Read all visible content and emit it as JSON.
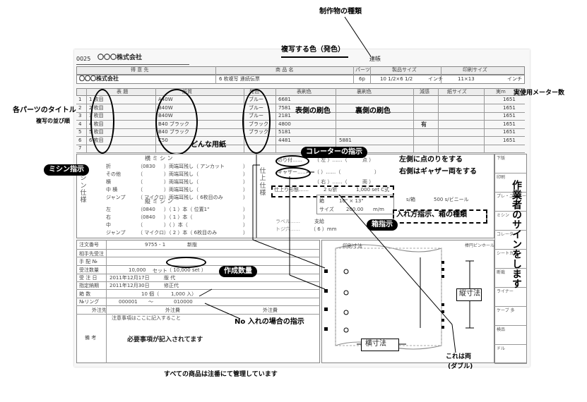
{
  "doc": {
    "code": "0025",
    "company": "〇〇〇株式会社",
    "renraku": "連帳",
    "headers": {
      "tokuisaki": "得 意 先",
      "shohinmei": "商 品 名",
      "parts": "パーツ",
      "seihin_size": "製品サイズ",
      "insatsu_size": "印刷サイズ"
    },
    "row1": {
      "client": "〇〇〇株式会社",
      "product": "6 枚複写 連続伝票",
      "parts": "6p",
      "size": "10 1/2×6 1/2",
      "unit1": "インチ",
      "print_size": "11×13",
      "unit2": "インチ"
    },
    "col_headers": {
      "hyodai": "表 題",
      "shishitsu": "紙質",
      "hasshoku": "発色",
      "omote": "表刷色",
      "ura": "裏刷色",
      "gensatsu": "減感",
      "kami_size": "紙サイズ",
      "meter": "実m"
    },
    "rows": [
      {
        "no": "1",
        "title": "1 枚目",
        "paper": "A40W",
        "color": "ブルー",
        "omote": "6681",
        "ura": "",
        "gen": "",
        "meter": "1651"
      },
      {
        "no": "2",
        "title": "2 枚目",
        "paper": "B40W",
        "color": "ブルー",
        "omote": "7581",
        "ura": "",
        "gen": "",
        "meter": "1651"
      },
      {
        "no": "3",
        "title": "3 枚目",
        "paper": "B40W",
        "color": "ブルー",
        "omote": "2181",
        "ura": "",
        "gen": "",
        "meter": "1651"
      },
      {
        "no": "4",
        "title": "4 枚目",
        "paper": "B40 ブラック",
        "color": "ブラック",
        "omote": "4800",
        "ura": "",
        "gen": "有",
        "meter": "1651"
      },
      {
        "no": "5",
        "title": "5 枚目",
        "paper": "B40 ブラック",
        "color": "ブラック",
        "omote": "5181",
        "ura": "",
        "gen": "",
        "meter": "1651"
      },
      {
        "no": "6",
        "title": "6 枚目",
        "paper": "C50",
        "color": "",
        "omote": "4481",
        "ura": "5881",
        "gen": "",
        "meter": "1651"
      },
      {
        "no": "7",
        "title": "",
        "paper": "",
        "color": "",
        "omote": "",
        "ura": "",
        "gen": "",
        "meter": ""
      }
    ],
    "mishin": {
      "yoko_title": "横 ミ シ ン",
      "tate_title": "縦 ミ シ ン",
      "side_label": "ミシン仕様",
      "yoko_rows": [
        {
          "label": "折",
          "val": "（0830",
          "mid": "）両端耳残し（ アンカット",
          "end": "）"
        },
        {
          "label": "その他",
          "val": "（",
          "mid": "）両端耳残し（",
          "end": "）"
        },
        {
          "label": "横",
          "val": "（",
          "mid": "）両端耳残し（",
          "end": "）"
        },
        {
          "label": "中 横",
          "val": "（",
          "mid": "）両端耳残し（",
          "end": "）"
        },
        {
          "label": "ジャンプ",
          "val": "（ マイクロ",
          "mid": "）両端耳残し（ 6枚目のみ",
          "end": "）"
        }
      ],
      "tate_rows": [
        {
          "label": "左",
          "val": "（0840",
          "mid": "）（ 1 ）本（ 位置1\"",
          "end": "）"
        },
        {
          "label": "右",
          "val": "（0840",
          "mid": "）（ 1 ）本（",
          "end": "）"
        },
        {
          "label": "中",
          "val": "（",
          "mid": "）（  ）本（",
          "end": "）"
        },
        {
          "label": "ジャンプ",
          "val": "（ マイクロ",
          "mid": "）（ 2 ）本（ 6枚目のみ",
          "end": "）"
        }
      ]
    },
    "shiage": {
      "side": "仕上仕様",
      "nori": "のり付……",
      "nori_l": "（ 左 ）……（",
      "nori_r": "点 ）",
      "gyaza": "ギャザー……",
      "gyaza_l": "（   ）……（",
      "gyaza_r": "）",
      "migi_l": "（ 右 ）……（",
      "migi_r": "両 ）",
      "ori": "仕上り形態……",
      "ori_val": "2 s/折",
      "set_val": "1,000 set C式",
      "bag": "s/箱",
      "vinyl": "500 s/ビニール",
      "hako": "箱",
      "hako_size": "10\" × 13\"",
      "size_lbl": "サイズ",
      "size_val": "200.00",
      "size_unit": "m/m",
      "label": "ラベル……",
      "label_val": "支給",
      "toji": "トジ穴……",
      "toji_val": "（ 6 ）mm"
    },
    "order": {
      "chumon_lbl": "注文番号",
      "chumon_val": "9755 - 1",
      "shinki": "新版",
      "aite": "相手先受注",
      "tehai": "手 配 №",
      "juchu_lbl": "受注数量",
      "juchu_val": "10,000",
      "juchu_unit": "セット",
      "juchu_set": "（ 10,000 set ）",
      "ukebi_lbl": "受 注 日",
      "ukebi_val": "2011年12月17日",
      "hanshi": "版 代",
      "noki_lbl": "指定納期",
      "noki_val": "2011年12月30日",
      "shusei": "修正代",
      "hako_lbl": "箱 数",
      "hako_val": "10 個（",
      "hako_iri": "1,000 入）",
      "ring_lbl": "№リング",
      "ring_a": "000001",
      "ring_sep": "〜",
      "ring_b": "010000",
      "gaichu": "外注先",
      "gaichu_hi": "外注費",
      "gaichu_hi2": "外注費",
      "bikou_lbl": "備 考",
      "bikou_note": "注意事項はここに記入すること"
    },
    "right_col": [
      "下版",
      "印刷",
      "プレ・ユーター",
      "ミシン",
      "コレーター",
      "シートカット",
      "断裁",
      "ライナー",
      "ケーブ 多",
      "検品",
      "ドル"
    ],
    "diagram": {
      "title": "印刷寸法",
      "pin": "棒円ピンホール",
      "tate": "縦寸法",
      "yoko": "横寸法"
    }
  },
  "annotations": {
    "seisaku_shurui": "制作物の種類",
    "fukusha_color": "複写する色（発色）",
    "jitsu_meter": "実使用メーター数",
    "parts_title": "各パーツのタイトル",
    "fukusha_order": "複写の並び順",
    "omote_color": "表側の刷色",
    "ura_color": "裏側の刷色",
    "donna_yoshi": "どんな用紙",
    "collator_pill": "コレーターの指示",
    "hidari_nori": "左側に点のりをする",
    "migi_gyaza": "右側はギャザー両をする",
    "mishin_pill": "ミシン指示",
    "ireru": "入れ方指示、箱の種類",
    "hako_pill": "箱指示",
    "sagyosha": "作業者のサインをします",
    "sakusei_pill": "作成数量",
    "no_ire": "No 入れの場合の指示",
    "bikou_text": "必要事項が記入されてます",
    "kore_ryo": "これは両",
    "double": "(ダブル)",
    "footer": "すべての商品は注番にて管理しています"
  }
}
